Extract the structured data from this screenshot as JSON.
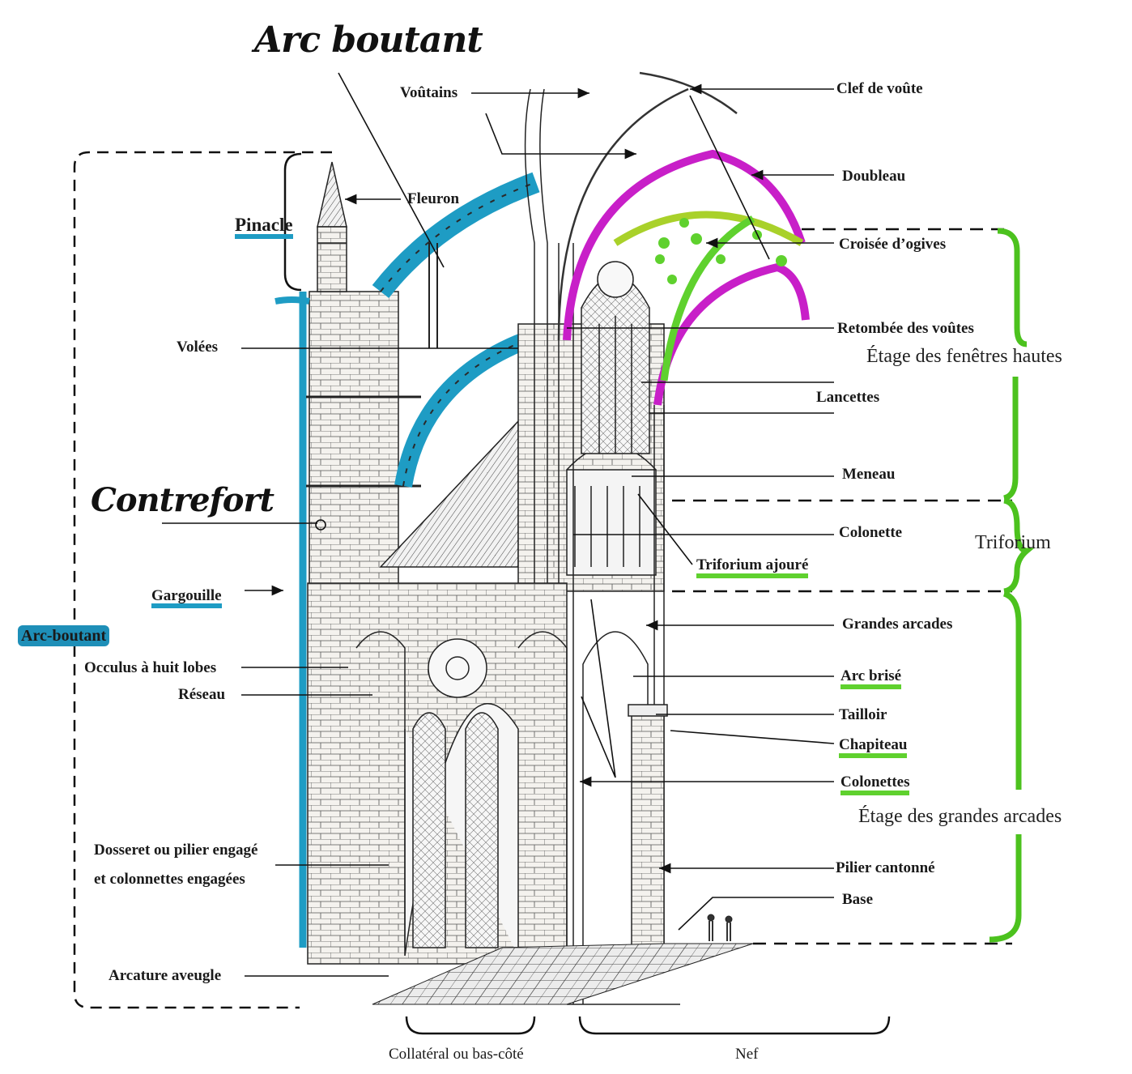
{
  "handwritten": {
    "arc_boutant_top": "Arc boutant",
    "contrefort": "Contrefort"
  },
  "labels_left": {
    "pinacle": "Pinacle",
    "fleuron": "Fleuron",
    "voutains": "Voûtains",
    "volees": "Volées",
    "gargouille": "Gargouille",
    "arc_boutant": "Arc-boutant",
    "occulus": "Occulus à huit lobes",
    "reseau": "Réseau",
    "dosseret_1": "Dosseret ou pilier engagé",
    "dosseret_2": "et colonnettes engagées",
    "arcature": "Arcature aveugle"
  },
  "labels_right": {
    "clef": "Clef de voûte",
    "doubleau": "Doubleau",
    "croisee": "Croisée d’ogives",
    "retombee": "Retombée des voûtes",
    "lancettes": "Lancettes",
    "meneau": "Meneau",
    "colonette": "Colonette",
    "triforium_ajoure": "Triforium ajouré",
    "grandes_arcades": "Grandes arcades",
    "arc_brise": "Arc brisé",
    "tailloir": "Tailloir",
    "chapiteau": "Chapiteau",
    "colonettes": "Colonettes",
    "pilier": "Pilier cantonné",
    "base": "Base"
  },
  "levels": {
    "fenetres_hautes": "Étage des fenêtres hautes",
    "triforium": "Triforium",
    "grandes_arcades": "Étage des grandes arcades"
  },
  "bottom": {
    "collateral": "Collatéral ou bas-côté",
    "nef": "Nef"
  },
  "colors": {
    "buttress_blue": "#1e9cc4",
    "rib_magenta": "#c81fc8",
    "highlight_green": "#5fd12e",
    "ink": "#1a1a1a"
  }
}
